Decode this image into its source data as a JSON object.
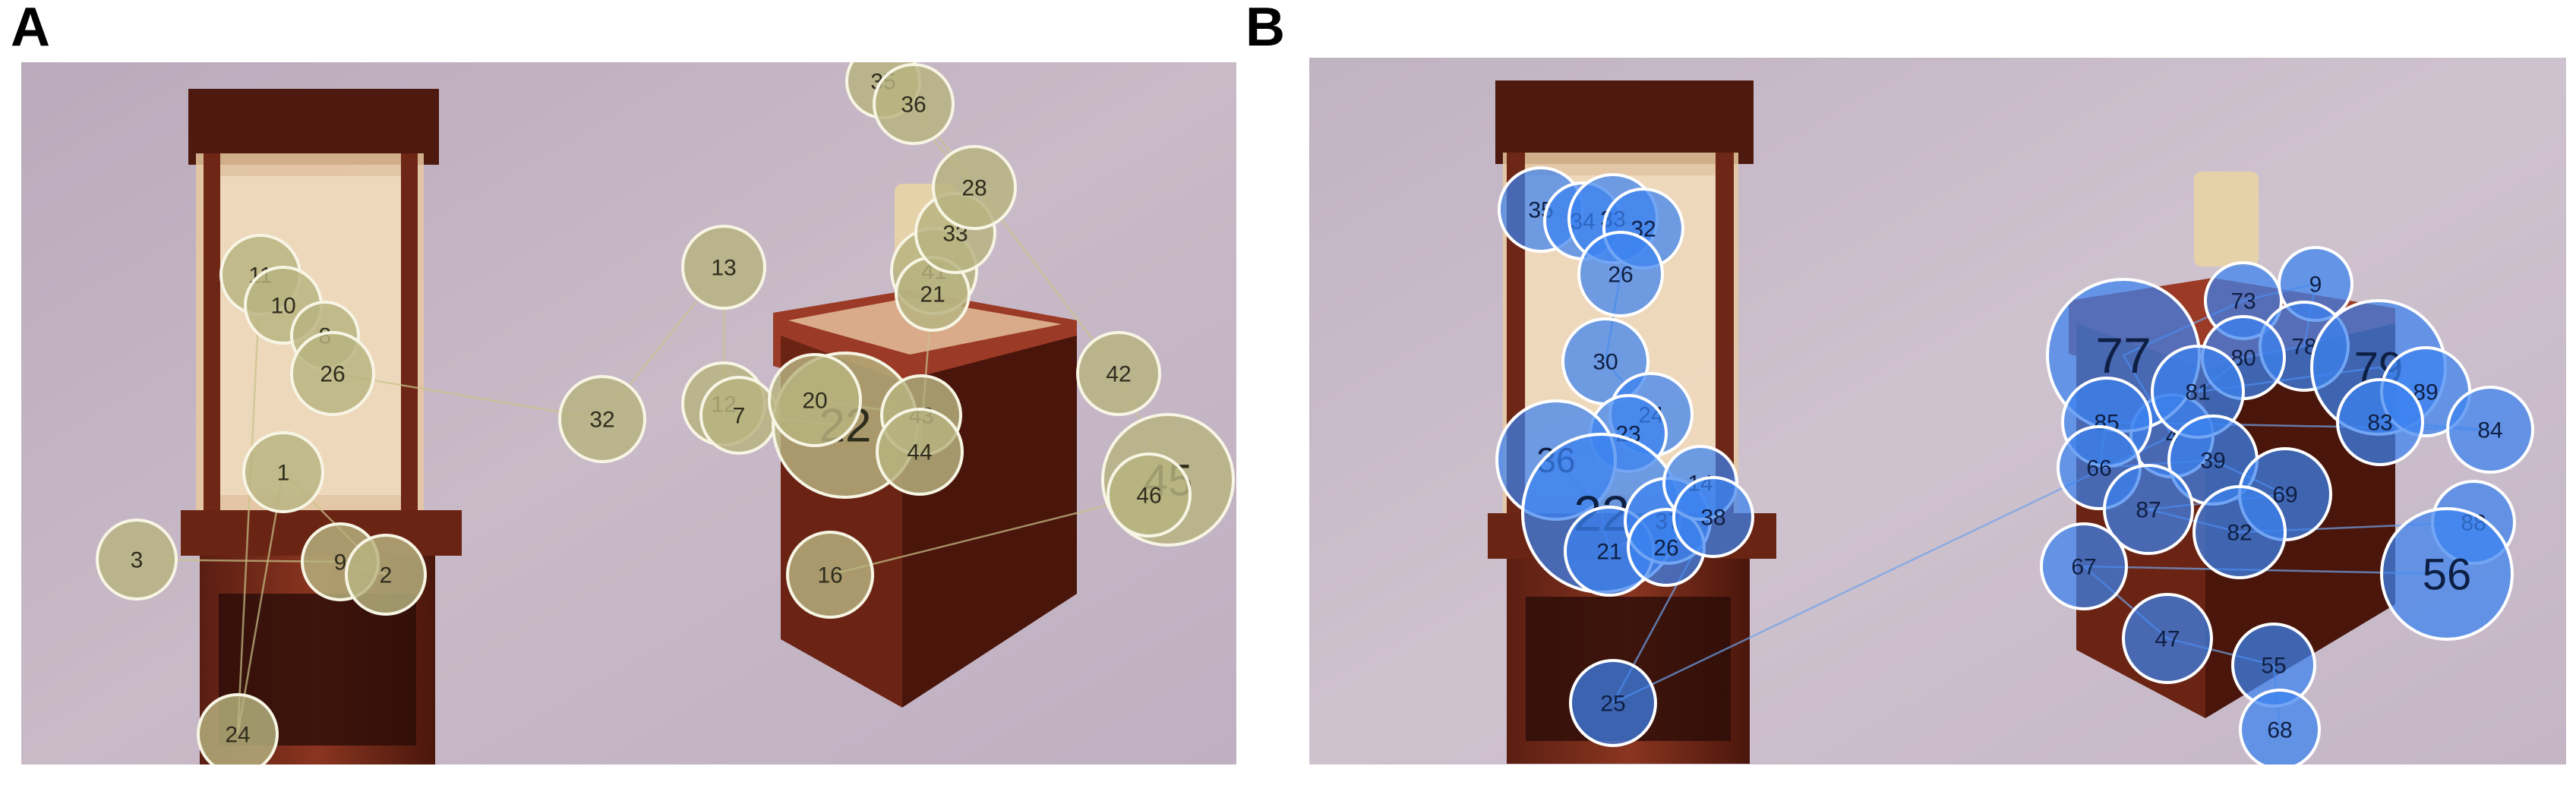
{
  "panel_a": {
    "label": "A",
    "marker_color": "#b7b380",
    "edge_color": "#f7f5e4",
    "path_color": "#c9c38a",
    "fixations": [
      {
        "id": "3"
      },
      {
        "id": "9"
      },
      {
        "id": "2"
      },
      {
        "id": "1"
      },
      {
        "id": "24"
      },
      {
        "id": "11"
      },
      {
        "id": "10"
      },
      {
        "id": "8"
      },
      {
        "id": "26"
      },
      {
        "id": "32"
      },
      {
        "id": "13"
      },
      {
        "id": "12"
      },
      {
        "id": "7"
      },
      {
        "id": "22"
      },
      {
        "id": "20"
      },
      {
        "id": "43"
      },
      {
        "id": "44"
      },
      {
        "id": "41"
      },
      {
        "id": "21"
      },
      {
        "id": "33"
      },
      {
        "id": "28"
      },
      {
        "id": "35"
      },
      {
        "id": "36"
      },
      {
        "id": "42"
      },
      {
        "id": "45"
      },
      {
        "id": "46"
      },
      {
        "id": "16"
      }
    ]
  },
  "panel_b": {
    "label": "B",
    "marker_color": "#3b82f0",
    "edge_color": "#ffffff",
    "path_color": "#6fa3ea",
    "fixations": [
      {
        "id": "35"
      },
      {
        "id": "34"
      },
      {
        "id": "33"
      },
      {
        "id": "32"
      },
      {
        "id": "26"
      },
      {
        "id": "30"
      },
      {
        "id": "24"
      },
      {
        "id": "23"
      },
      {
        "id": "36"
      },
      {
        "id": "22"
      },
      {
        "id": "21"
      },
      {
        "id": "37"
      },
      {
        "id": "26"
      },
      {
        "id": "14"
      },
      {
        "id": "38"
      },
      {
        "id": "25"
      },
      {
        "id": "4"
      },
      {
        "id": "77"
      },
      {
        "id": "73"
      },
      {
        "id": "9"
      },
      {
        "id": "78"
      },
      {
        "id": "80"
      },
      {
        "id": "81"
      },
      {
        "id": "79"
      },
      {
        "id": "89"
      },
      {
        "id": "83"
      },
      {
        "id": "84"
      },
      {
        "id": "85"
      },
      {
        "id": "66"
      },
      {
        "id": "39"
      },
      {
        "id": "69"
      },
      {
        "id": "87"
      },
      {
        "id": "82"
      },
      {
        "id": "88"
      },
      {
        "id": "56"
      },
      {
        "id": "67"
      },
      {
        "id": "47"
      },
      {
        "id": "55"
      },
      {
        "id": "68"
      }
    ]
  }
}
